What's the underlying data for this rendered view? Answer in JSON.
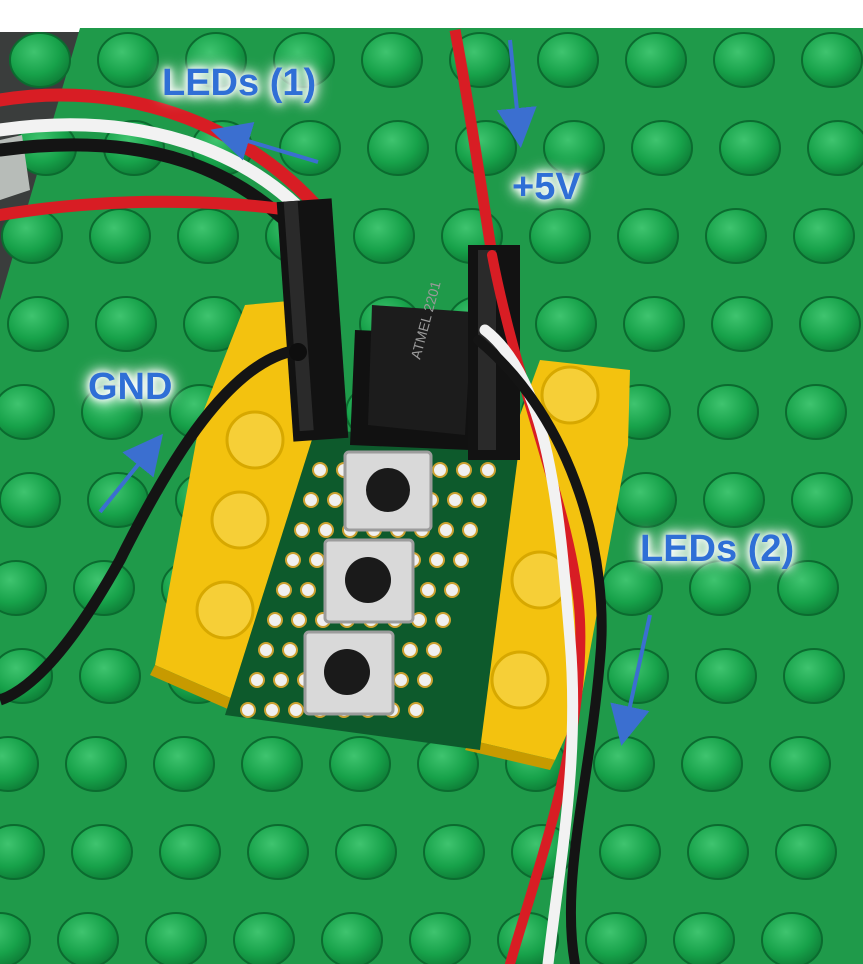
{
  "labels": {
    "leds1": "LEDs (1)",
    "plus5v": "+5V",
    "gnd": "GND",
    "leds2": "LEDs (2)"
  },
  "chip": {
    "marking": "ATMEL 2201"
  },
  "colors": {
    "baseplate": "#1f9a4a",
    "stud": "#17a24a",
    "holder": "#f3c20f",
    "pcb": "#0d5a2c",
    "wire_red": "#d81d24",
    "wire_black": "#141414",
    "wire_white": "#f2f2f2",
    "annotation": "#2f6fd6"
  }
}
